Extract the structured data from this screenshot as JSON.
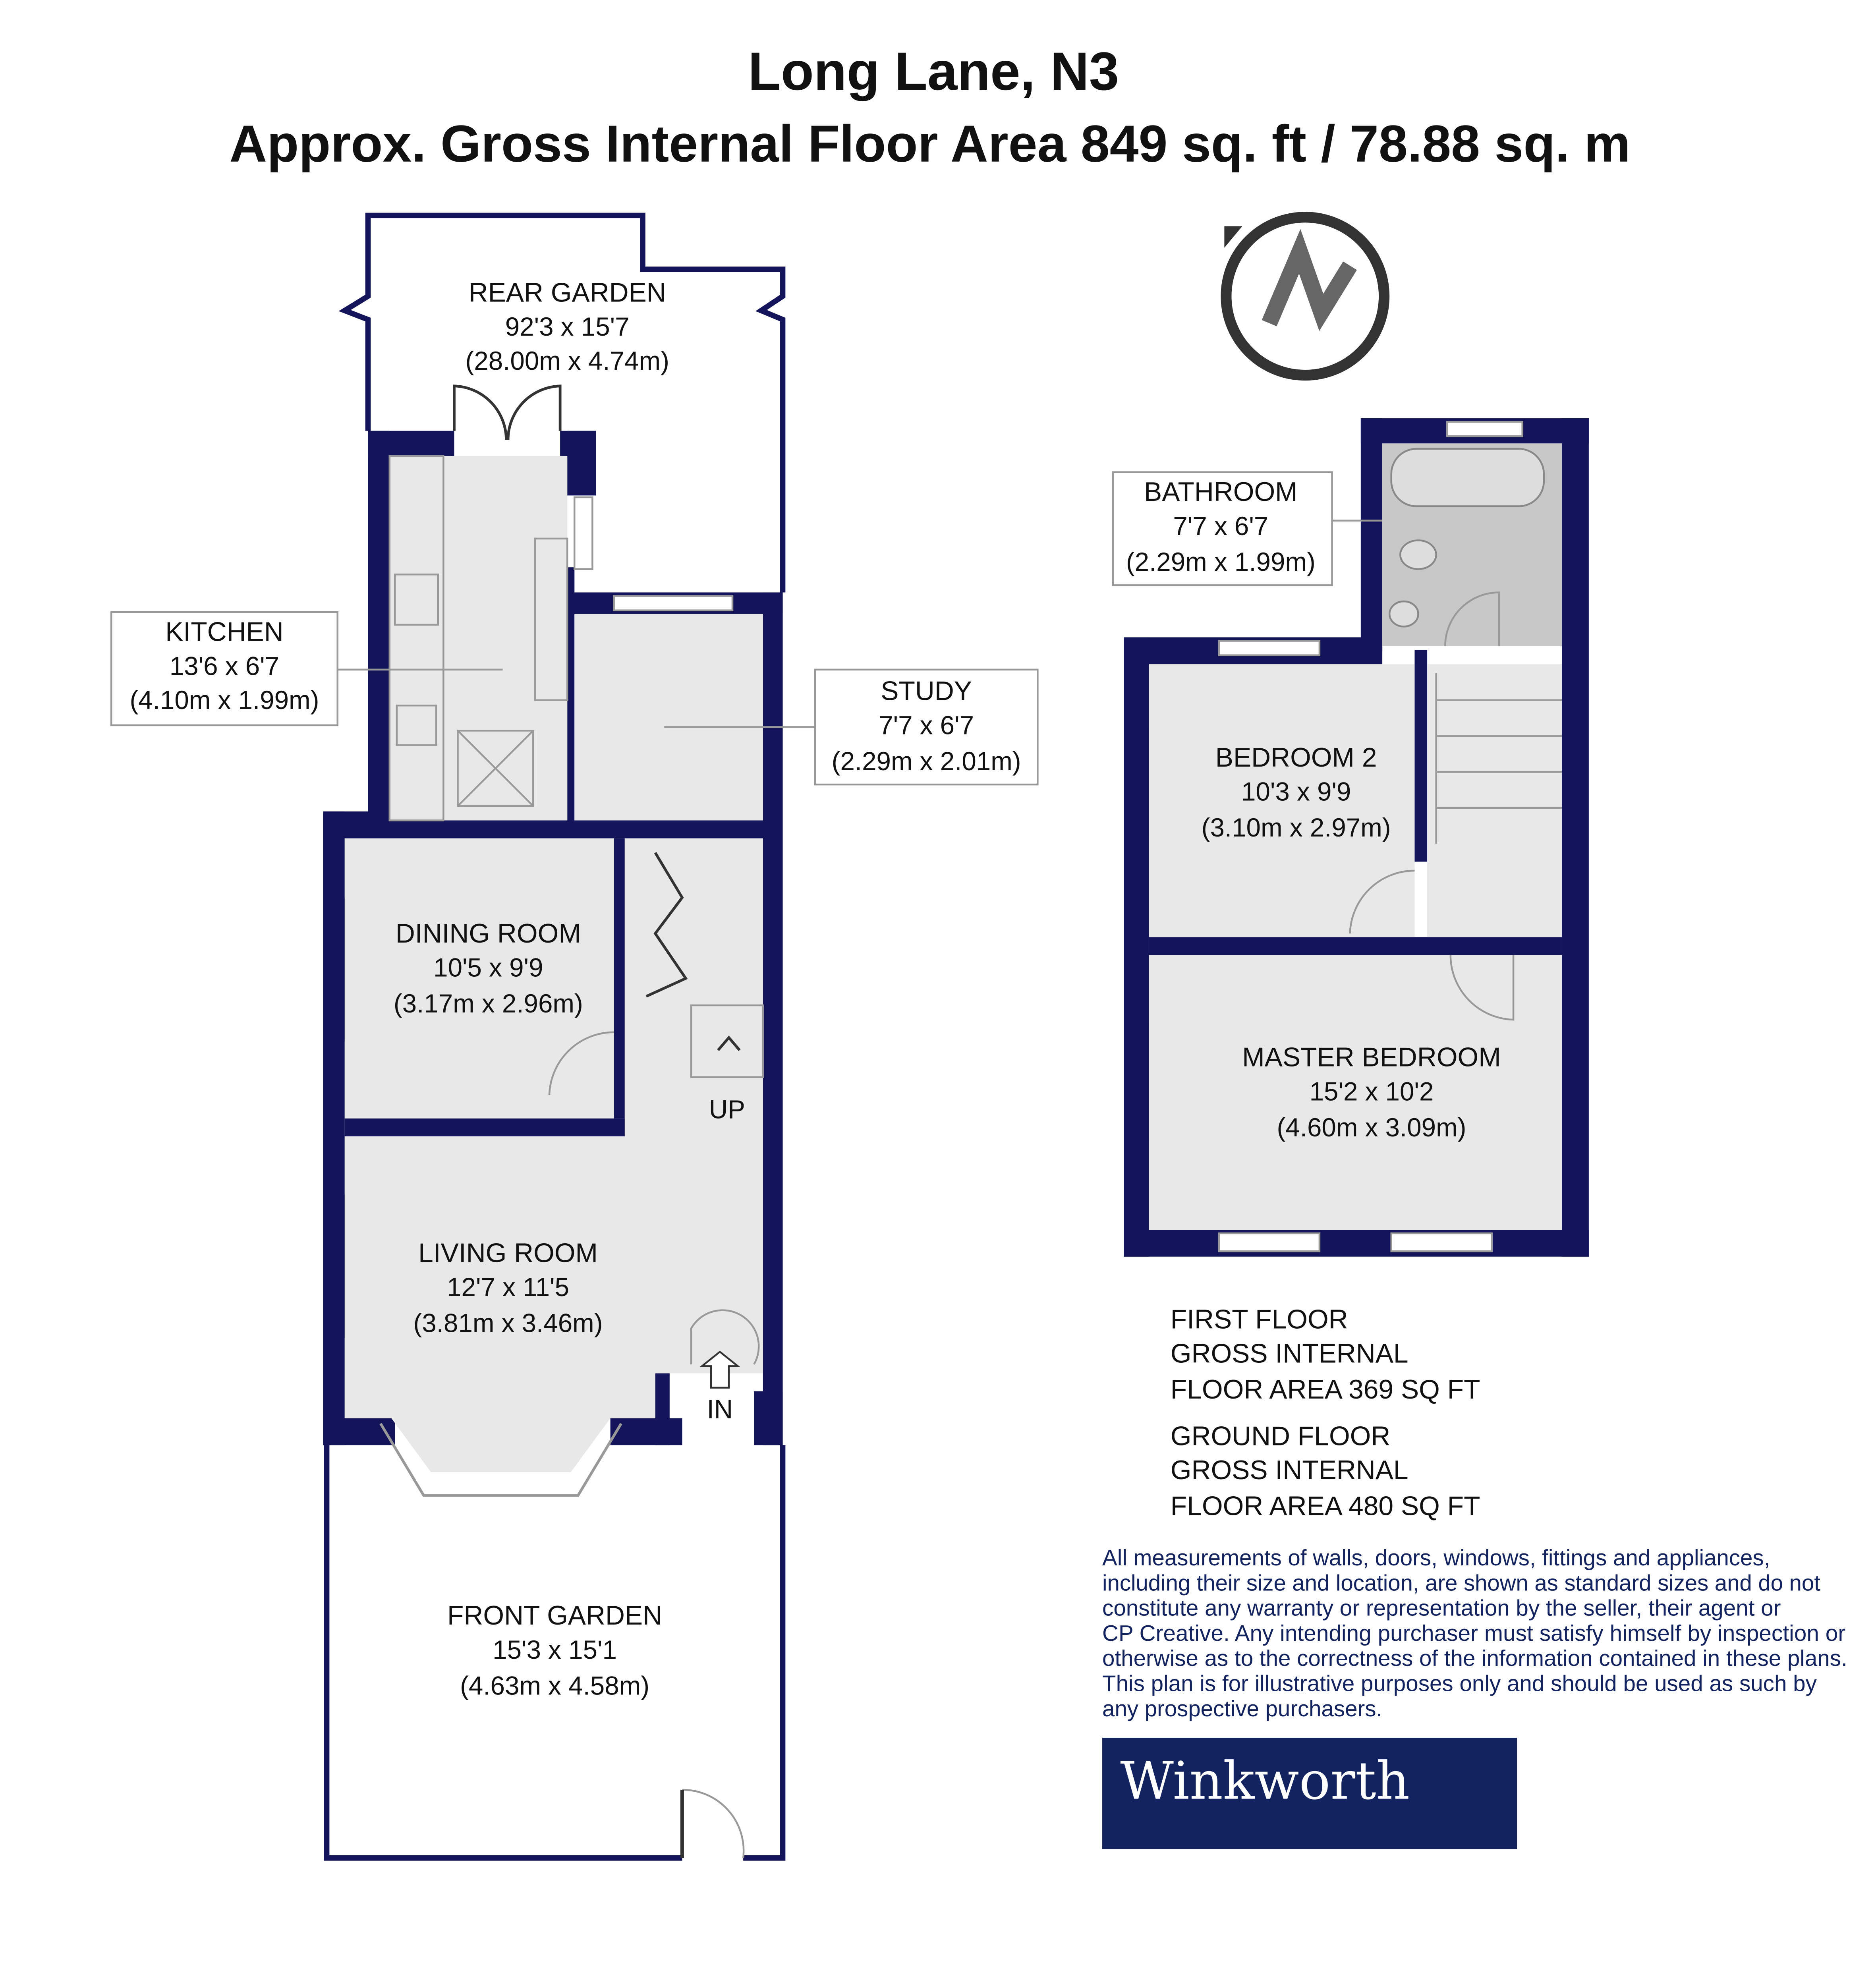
{
  "header": {
    "title": "Long Lane, N3",
    "subtitle": "Approx. Gross Internal Floor Area 849 sq. ft / 78.88 sq. m"
  },
  "colors": {
    "wall": "#14145a",
    "room": "#e8e8e8",
    "bathroom": "#c8c8c8",
    "brand": "#13235f"
  },
  "compass": {
    "icon": "north-arrow-icon",
    "letter": "N"
  },
  "ground_floor": {
    "rooms": [
      {
        "name": "REAR GARDEN",
        "imperial": "92'3 x 15'7",
        "metric": "(28.00m x 4.74m)"
      },
      {
        "name": "KITCHEN",
        "imperial": "13'6 x 6'7",
        "metric": "(4.10m x 1.99m)"
      },
      {
        "name": "STUDY",
        "imperial": "7'7 x 6'7",
        "metric": "(2.29m x 2.01m)"
      },
      {
        "name": "DINING ROOM",
        "imperial": "10'5 x 9'9",
        "metric": "(3.17m x 2.96m)"
      },
      {
        "name": "LIVING ROOM",
        "imperial": "12'7 x 11'5",
        "metric": "(3.81m x 3.46m)"
      },
      {
        "name": "FRONT GARDEN",
        "imperial": "15'3 x 15'1",
        "metric": "(4.63m x 4.58m)"
      }
    ],
    "up_label": "UP",
    "in_label": "IN",
    "area": [
      "GROUND FLOOR",
      "GROSS INTERNAL",
      "FLOOR AREA 480 SQ FT"
    ]
  },
  "first_floor": {
    "rooms": [
      {
        "name": "BATHROOM",
        "imperial": "7'7 x 6'7",
        "metric": "(2.29m x 1.99m)"
      },
      {
        "name": "BEDROOM 2",
        "imperial": "10'3 x 9'9",
        "metric": "(3.10m x 2.97m)"
      },
      {
        "name": "MASTER BEDROOM",
        "imperial": "15'2 x 10'2",
        "metric": "(4.60m x 3.09m)"
      }
    ],
    "area": [
      "FIRST FLOOR",
      "GROSS INTERNAL",
      "FLOOR AREA 369 SQ FT"
    ]
  },
  "footer": {
    "disclaimer": [
      "All measurements of walls, doors, windows, fittings and appliances,",
      "including their size and location, are shown as standard sizes and do not",
      "constitute any warranty or representation by the seller, their agent or",
      "CP Creative. Any intending purchaser must satisfy himself by inspection or",
      "otherwise as to the correctness of the information contained in these plans.",
      "This plan is for illustrative purposes only and should be used as such by",
      "any prospective purchasers."
    ],
    "logo": "Winkworth"
  }
}
